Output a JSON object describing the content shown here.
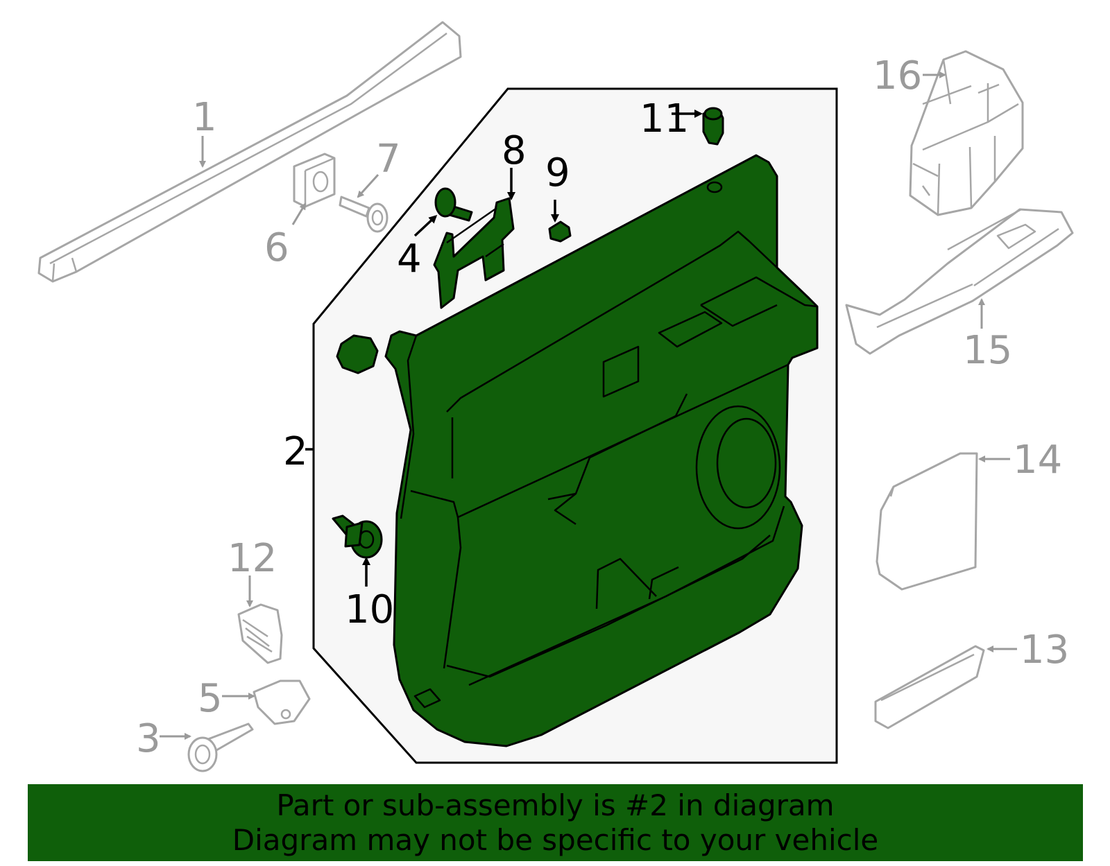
{
  "callouts": {
    "c1": "1",
    "c2": "2",
    "c3": "3",
    "c4": "4",
    "c5": "5",
    "c6": "6",
    "c7": "7",
    "c8": "8",
    "c9": "9",
    "c10": "10",
    "c11": "11",
    "c12": "12",
    "c13": "13",
    "c14": "14",
    "c15": "15",
    "c16": "16"
  },
  "highlighted_part": "2",
  "colors": {
    "highlight": "#105e0a",
    "inactive_part": "#a6a6a6",
    "panel_background": "#f7f7f7",
    "banner": "#0f5f0a"
  },
  "banner": {
    "line1": "Part or sub-assembly is #2 in diagram",
    "line2": "Diagram may not be specific to your vehicle"
  }
}
